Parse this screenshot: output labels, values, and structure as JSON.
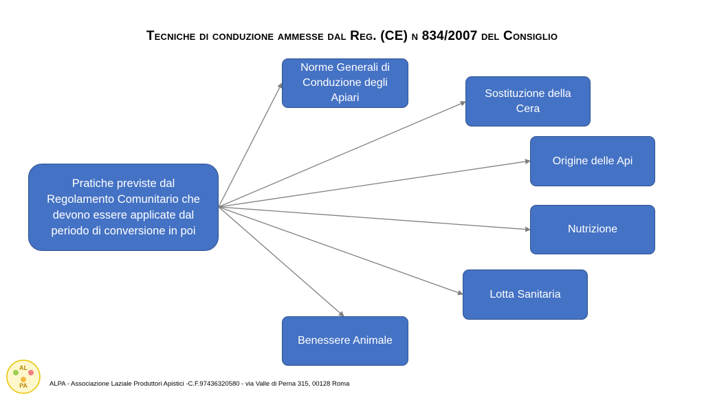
{
  "title": "Tecniche di conduzione ammesse dal Reg. (CE) n 834/2007 del Consiglio",
  "source": {
    "lines": [
      "Pratiche previste dal",
      "Regolamento Comunitario che",
      "devono essere applicate dal",
      "periodo di conversione in poi"
    ]
  },
  "targets": [
    {
      "lines": [
        "Norme Generali di",
        "Conduzione degli",
        "Apiari"
      ]
    },
    {
      "lines": [
        "Sostituzione della",
        "Cera"
      ]
    },
    {
      "lines": [
        "Origine delle Api"
      ]
    },
    {
      "lines": [
        "Nutrizione"
      ]
    },
    {
      "lines": [
        "Lotta Sanitaria"
      ]
    },
    {
      "lines": [
        "Benessere Animale"
      ]
    }
  ],
  "footer": "ALPA - Associazione Laziale Produttori Apistici -C.F.97436320580  - via Valle di Perna 315, 00128 Roma",
  "logo": {
    "text_top": "AL",
    "text_bottom": "PA"
  },
  "colors": {
    "node_fill": "#4472c4",
    "node_border": "#2f528f",
    "arrow": "#7f7f7f"
  }
}
